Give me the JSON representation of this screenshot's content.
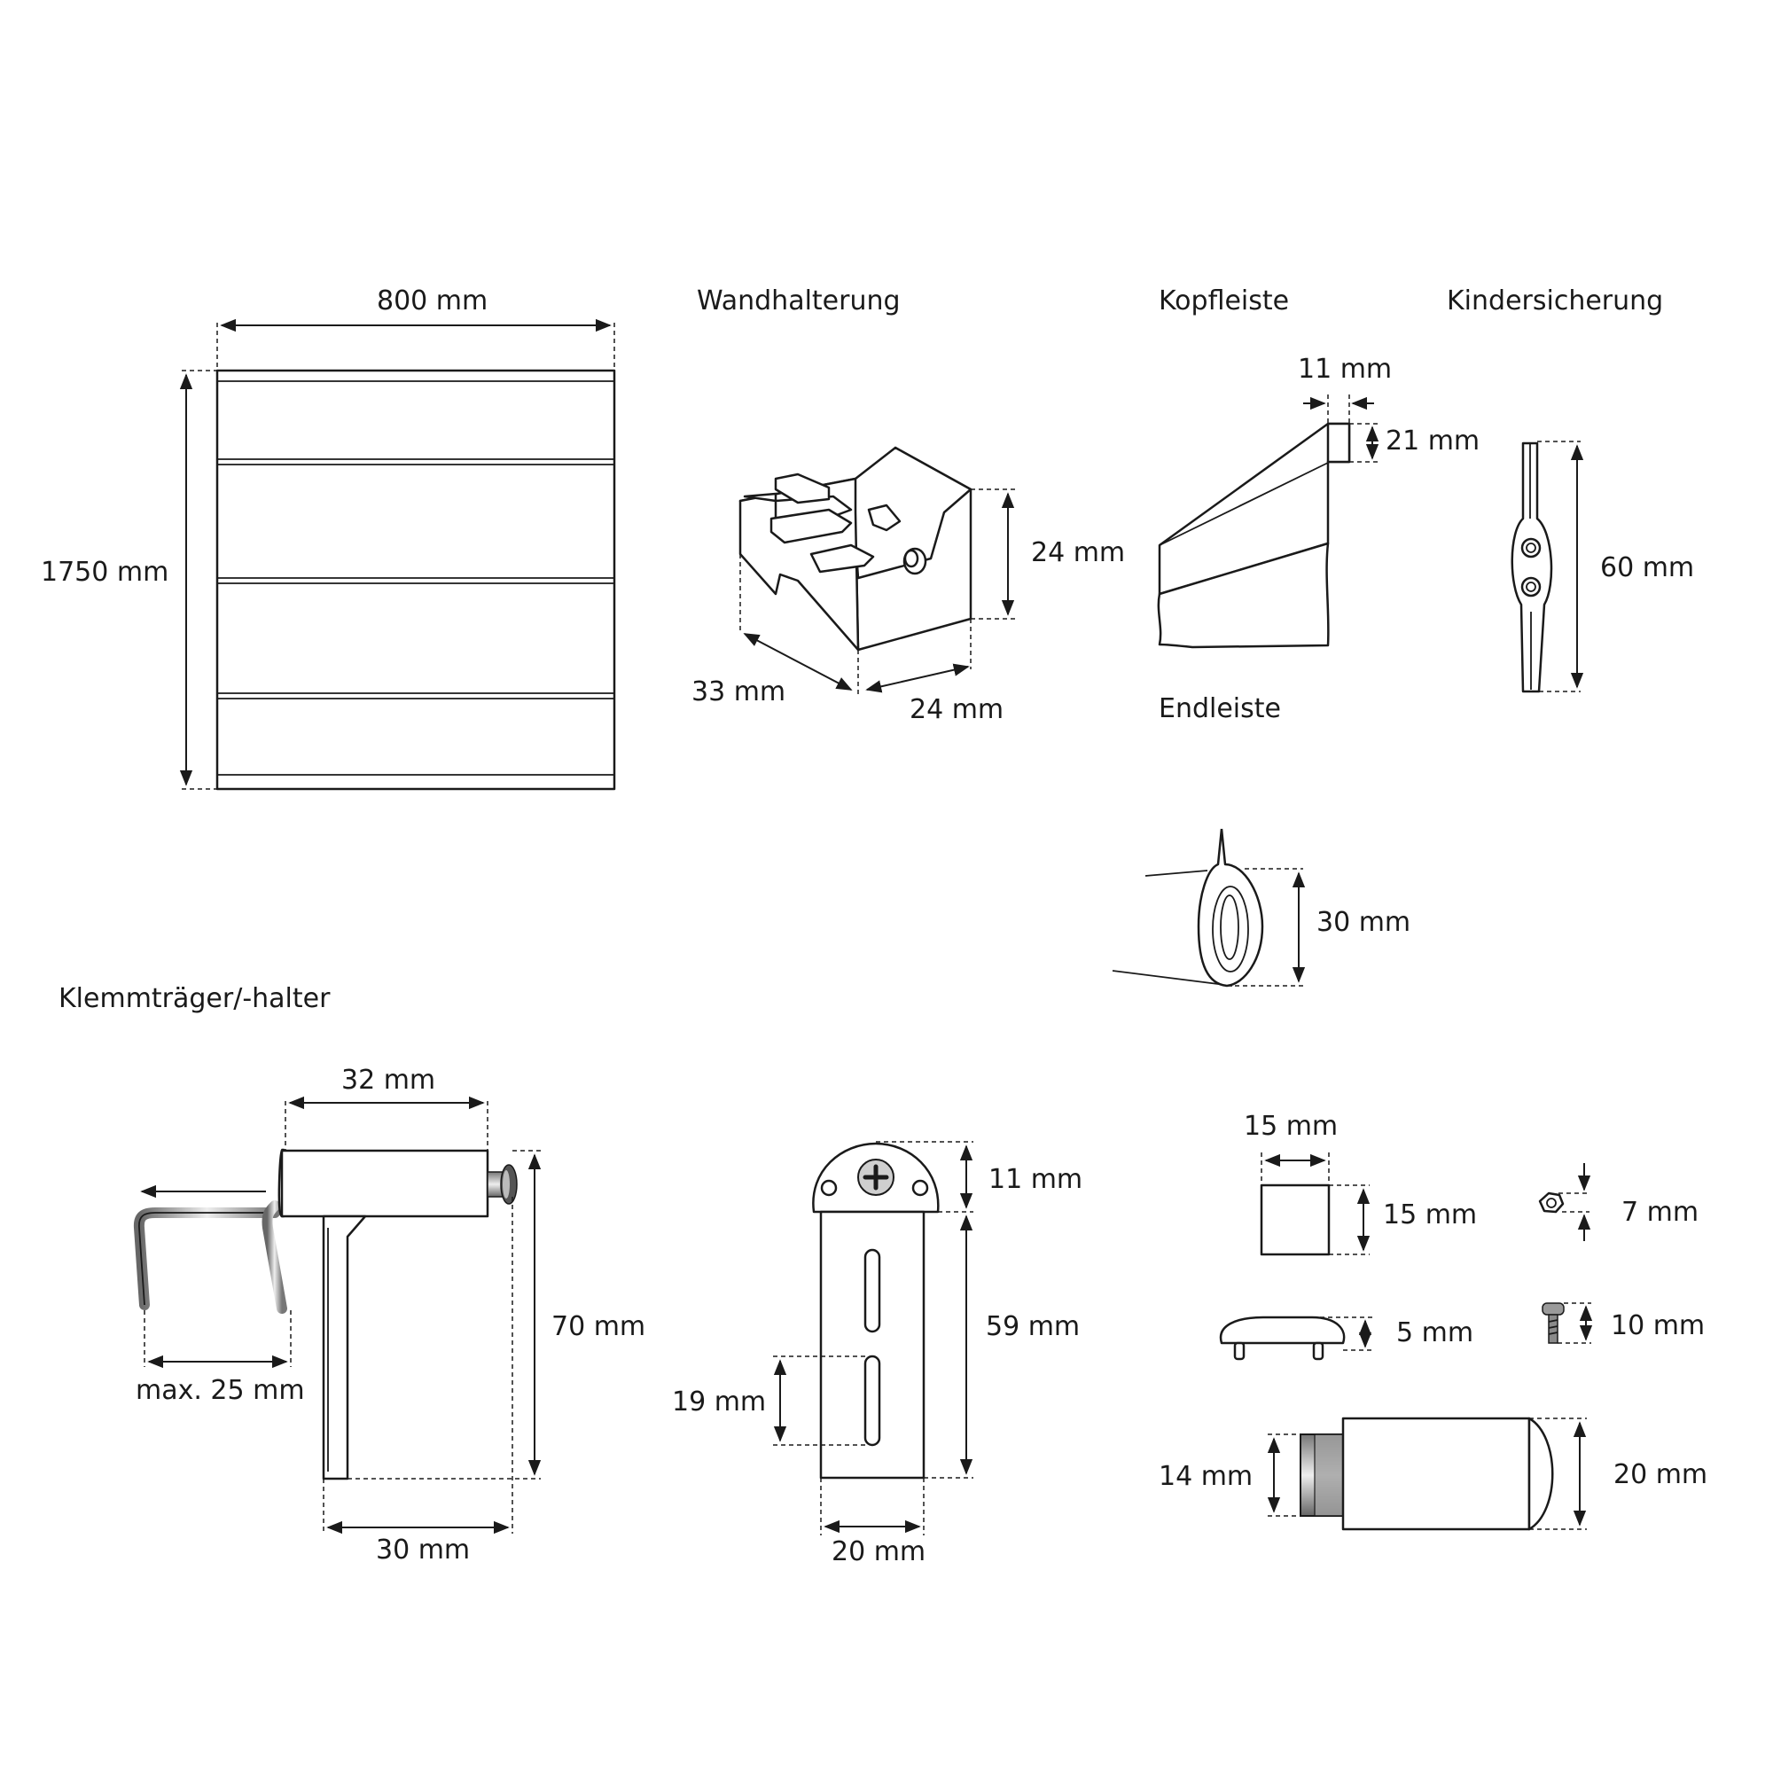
{
  "titles": {
    "wandhalterung": "Wandhalterung",
    "kopfleiste": "Kopfleiste",
    "kindersicherung": "Kindersicherung",
    "endleiste": "Endleiste",
    "klemmtraeger": "Klemmträger/-halter"
  },
  "dimensions": {
    "blind_width": "800 mm",
    "blind_height": "1750 mm",
    "wall_height": "24 mm",
    "wall_depth": "33 mm",
    "wall_width": "24 mm",
    "head_thickness": "11 mm",
    "head_height": "21 mm",
    "child_safety_height": "60 mm",
    "end_weight_height": "30 mm",
    "clamp_width": "32 mm",
    "clamp_height": "70 mm",
    "clamp_base": "30 mm",
    "clamp_max": "max. 25 mm",
    "bracket_top": "11 mm",
    "bracket_body": "59 mm",
    "bracket_slot": "19 mm",
    "bracket_width": "20 mm",
    "cap_width": "15 mm",
    "cap_height": "15 mm",
    "endcap_height": "5 mm",
    "nut_size": "7 mm",
    "screw_size": "10 mm",
    "spring_small": "14 mm",
    "spring_large": "20 mm"
  }
}
